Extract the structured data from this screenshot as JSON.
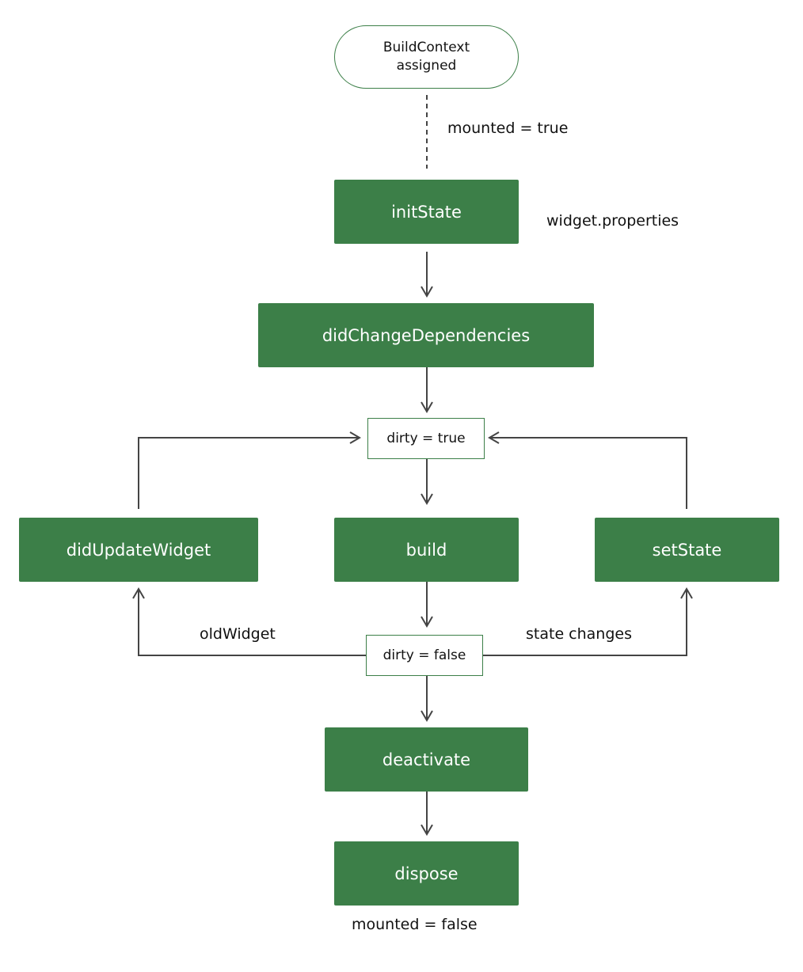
{
  "diagram": {
    "start": {
      "line1": "BuildContext",
      "line2": "assigned"
    },
    "labels": {
      "mounted_true": "mounted = true",
      "widget_properties": "widget.properties",
      "old_widget": "oldWidget",
      "state_changes": "state changes",
      "mounted_false": "mounted = false"
    },
    "states": {
      "dirty_true": "dirty = true",
      "dirty_false": "dirty = false"
    },
    "methods": {
      "init_state": "initState",
      "did_change_dependencies": "didChangeDependencies",
      "did_update_widget": "didUpdateWidget",
      "build": "build",
      "set_state": "setState",
      "deactivate": "deactivate",
      "dispose": "dispose"
    },
    "colors": {
      "method_fill": "#3c7f48",
      "connector": "#444444",
      "state_border": "#3c7f48"
    }
  }
}
